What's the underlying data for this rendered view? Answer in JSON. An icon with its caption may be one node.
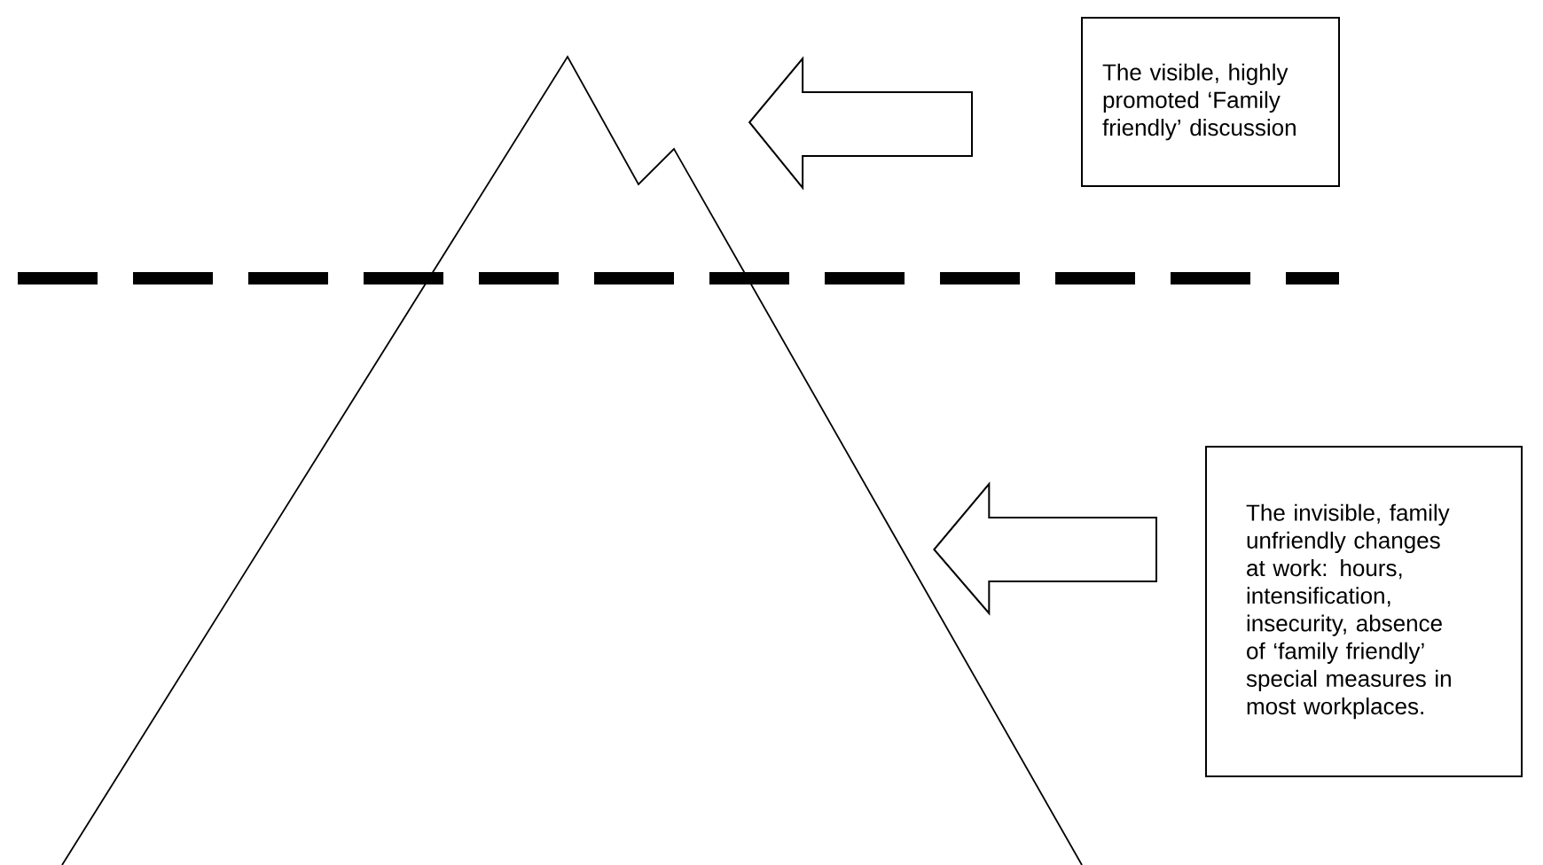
{
  "diagram": {
    "nodes": [
      {
        "text": [
          "The visible, highly promoted ‘Family friendly’ discussion"
        ]
      },
      {
        "text": [
          "The invisible, family unfriendly changes at work: hours, intensification, insecurity, absence of ‘family friendly’ special measures in most workplaces."
        ]
      },
      {
        "text": [],
        "shape": "picture"
      }
    ],
    "edges": [
      {
        "from": 0,
        "to": 2,
        "arrow": "to"
      },
      {
        "from": 1,
        "to": 2,
        "arrow": "to"
      }
    ]
  }
}
